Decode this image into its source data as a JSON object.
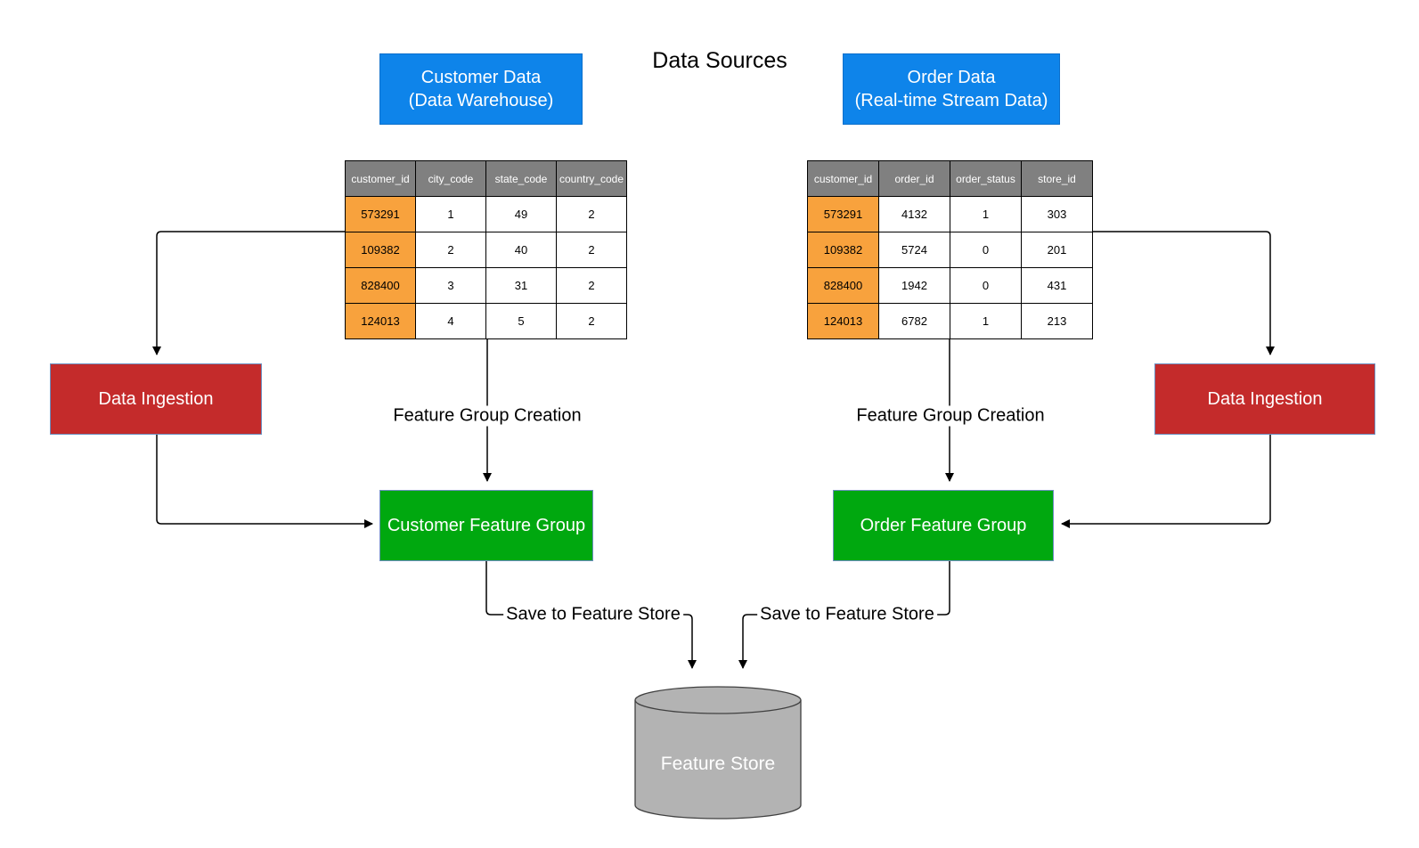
{
  "title": "Data Sources",
  "colors": {
    "source_box": "#0e84ea",
    "ingestion_box": "#c42b2b",
    "feature_group_box": "#00a80f",
    "feature_store_cylinder": "#b3b3b3",
    "table_header_bg": "#808080",
    "table_key_column_bg": "#f8a23d",
    "connector": "#000000"
  },
  "source_boxes": [
    {
      "line1": "Customer Data",
      "line2": "(Data Warehouse)"
    },
    {
      "line1": "Order Data",
      "line2": "(Real-time Stream Data)"
    }
  ],
  "tables": [
    {
      "name": "customer_table",
      "headers": [
        "customer_id",
        "city_code",
        "state_code",
        "country_code"
      ],
      "rows": [
        [
          "573291",
          "1",
          "49",
          "2"
        ],
        [
          "109382",
          "2",
          "40",
          "2"
        ],
        [
          "828400",
          "3",
          "31",
          "2"
        ],
        [
          "124013",
          "4",
          "5",
          "2"
        ]
      ]
    },
    {
      "name": "order_table",
      "headers": [
        "customer_id",
        "order_id",
        "order_status",
        "store_id"
      ],
      "rows": [
        [
          "573291",
          "4132",
          "1",
          "303"
        ],
        [
          "109382",
          "5724",
          "0",
          "201"
        ],
        [
          "828400",
          "1942",
          "0",
          "431"
        ],
        [
          "124013",
          "6782",
          "1",
          "213"
        ]
      ]
    }
  ],
  "ingestion_boxes": [
    {
      "label": "Data Ingestion"
    },
    {
      "label": "Data Ingestion"
    }
  ],
  "feature_groups": [
    {
      "label": "Customer Feature Group"
    },
    {
      "label": "Order Feature Group"
    }
  ],
  "edge_labels": {
    "feature_group_creation_left": "Feature Group Creation",
    "feature_group_creation_right": "Feature Group Creation",
    "save_to_feature_store_left": "Save to Feature Store",
    "save_to_feature_store_right": "Save to Feature Store"
  },
  "feature_store": {
    "label": "Feature Store"
  }
}
